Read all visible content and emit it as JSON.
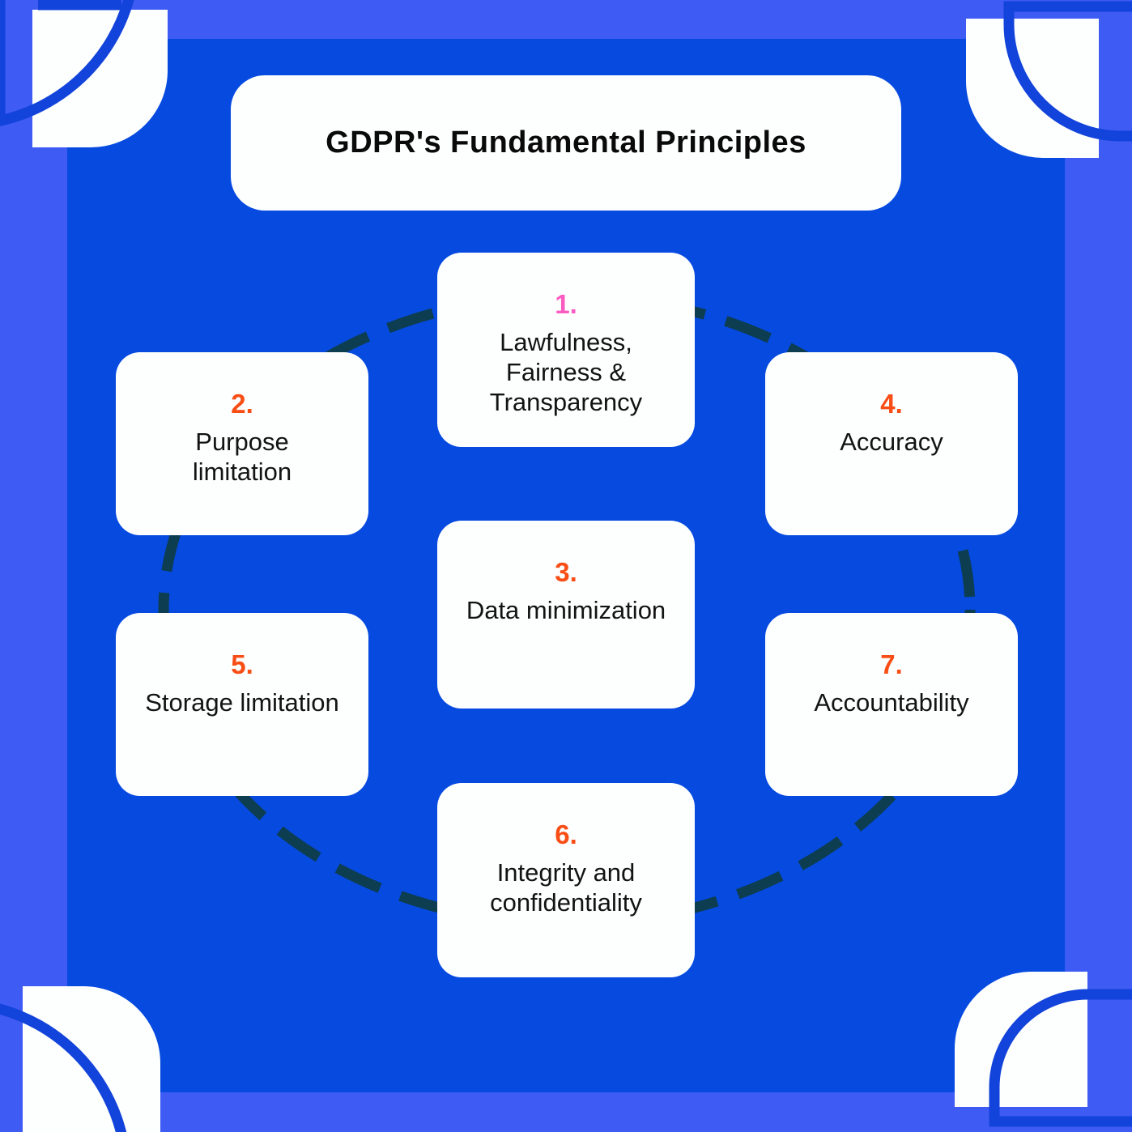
{
  "title": "GDPR's Fundamental Principles",
  "principles": [
    {
      "number": "1.",
      "label": "Lawfulness,\nFairness &\nTransparency",
      "accent": "#fa5cc1"
    },
    {
      "number": "2.",
      "label": "Purpose\nlimitation",
      "accent": "#f84d15"
    },
    {
      "number": "3.",
      "label": "Data minimization",
      "accent": "#f84d15"
    },
    {
      "number": "4.",
      "label": "Accuracy",
      "accent": "#f84d15"
    },
    {
      "number": "5.",
      "label": "Storage limitation",
      "accent": "#f84d15"
    },
    {
      "number": "6.",
      "label": "Integrity and\nconfidentiality",
      "accent": "#f84d15"
    },
    {
      "number": "7.",
      "label": "Accountability",
      "accent": "#f84d15"
    }
  ],
  "colors": {
    "frame": "#3e5bf3",
    "panel": "#064ae0",
    "card": "#fdfefe",
    "ring": "#0d3d51",
    "corner-line": "#1243da",
    "text": "#131313",
    "title": "#0a0a0a"
  }
}
